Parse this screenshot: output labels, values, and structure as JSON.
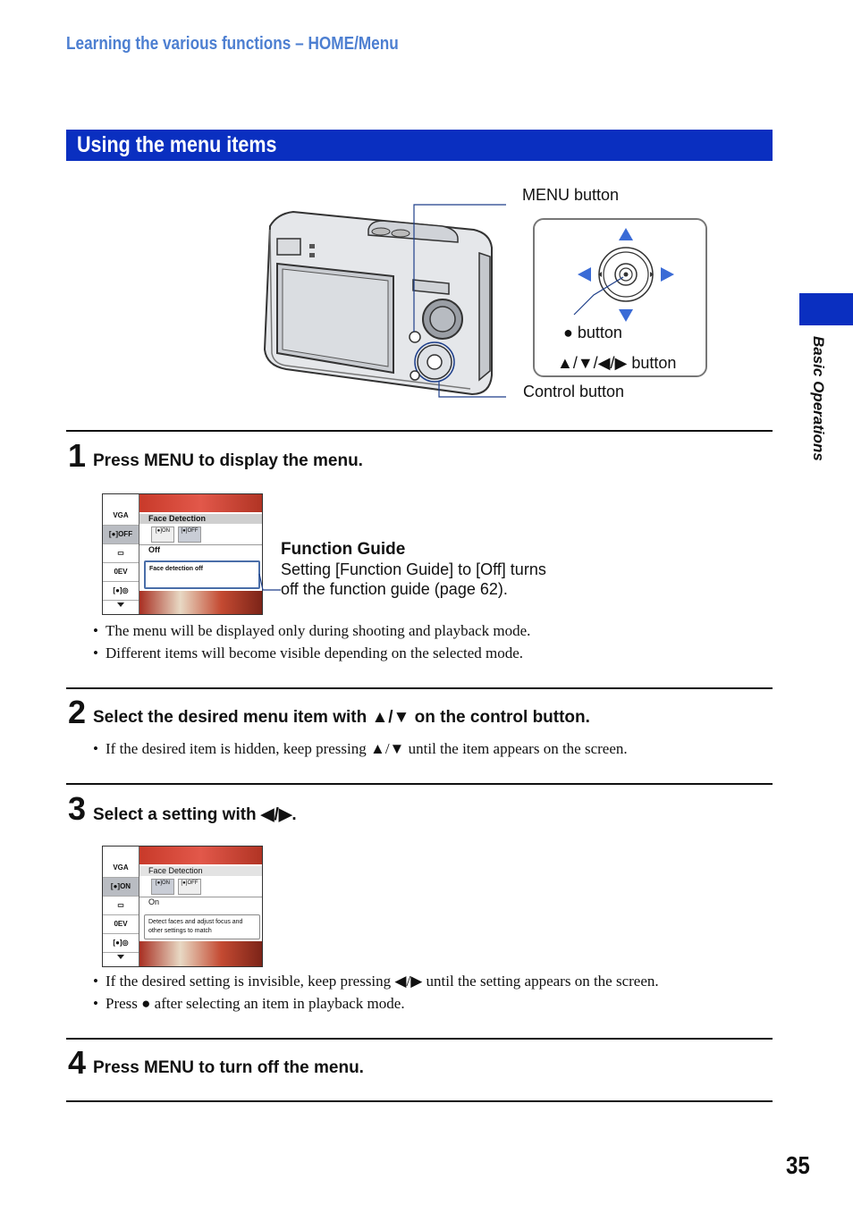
{
  "header": {
    "running_title": "Learning the various functions – HOME/Menu",
    "section_title": "Using the menu items",
    "side_label": "Basic Operations",
    "page_number": "35"
  },
  "figure": {
    "menu_button_label": "MENU button",
    "center_button_label": "● button",
    "arrow_buttons_label": "▲/▼/◀/▶ button",
    "control_button_label": "Control button"
  },
  "steps": [
    {
      "number": "1",
      "title": "Press MENU to display the menu.",
      "function_guide": {
        "title": "Function Guide",
        "line1": "Setting [Function Guide] to [Off] turns",
        "line2": "off the function guide (page 62)."
      },
      "screen": {
        "icons": [
          "VGA",
          "[●]OFF",
          "▭",
          "0EV",
          "[●]◎"
        ],
        "header": "Face Detection",
        "options": [
          "[●]ON",
          "[●]OFF"
        ],
        "selected": "Off",
        "description": "Face detection off"
      },
      "bullets": [
        "The menu will be displayed only during shooting and playback mode.",
        "Different items will become visible depending on the selected mode."
      ]
    },
    {
      "number": "2",
      "title": "Select the desired menu item with ▲/▼ on the control button.",
      "bullets": [
        "If the desired item is hidden, keep pressing ▲/▼ until the item appears on the screen."
      ]
    },
    {
      "number": "3",
      "title": "Select a setting with ◀/▶.",
      "screen": {
        "icons": [
          "VGA",
          "[●]ON",
          "▭",
          "0EV",
          "[●]◎"
        ],
        "header": "Face Detection",
        "options": [
          "[●]ON",
          "[●]OFF"
        ],
        "selected": "On",
        "description": "Detect faces and adjust focus and other settings to match"
      },
      "bullets": [
        "If the desired setting is invisible, keep pressing ◀/▶ until the setting appears on the screen.",
        "Press ● after selecting an item in playback mode."
      ]
    },
    {
      "number": "4",
      "title": "Press MENU to turn off the menu."
    }
  ],
  "colors": {
    "accent": "#0a2fc0",
    "running_head": "#4d7fd1",
    "callout_line": "#1e3f8a"
  }
}
